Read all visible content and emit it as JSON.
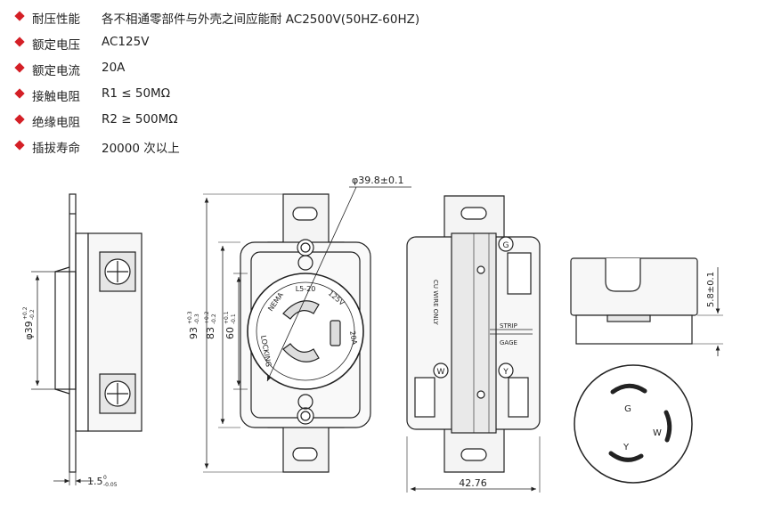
{
  "specs": [
    {
      "label": "耐压性能",
      "value": "各不相通零部件与外壳之间应能耐 AC2500V(50HZ-60HZ)"
    },
    {
      "label": "额定电压",
      "value": "AC125V"
    },
    {
      "label": "额定电流",
      "value": "20A"
    },
    {
      "label": "接触电阻",
      "value": "R1 ≤ 50MΩ"
    },
    {
      "label": "绝缘电阻",
      "value": "R2 ≥ 500MΩ"
    },
    {
      "label": "插拔寿命",
      "value": "20000 次以上"
    }
  ],
  "colors": {
    "bullet": "#d41f26",
    "line": "#222222"
  },
  "side_view": {
    "diameter_main": "φ39",
    "diameter_tol_top": "+0.2",
    "diameter_tol_bot": "-0.2",
    "thickness_main": "1.5",
    "thickness_tol_top": "0",
    "thickness_tol_bot": "-0.05"
  },
  "front_view": {
    "outer_height_main": "93",
    "outer_height_tol_top": "+0.3",
    "outer_height_tol_bot": "-0.3",
    "mid_height_main": "83",
    "mid_height_tol_top": "+0.2",
    "mid_height_tol_bot": "-0.2",
    "inner_height_main": "60",
    "inner_height_tol_top": "+0.1",
    "inner_height_tol_bot": "-0.1",
    "face_diameter": "φ39.8±0.1",
    "face_text": {
      "top": "L5-20",
      "left1": "NEMA",
      "left2": "LOCKING",
      "right1": "125V",
      "right2": "20A"
    }
  },
  "back_view": {
    "width": "42.76",
    "vertical_text": "CU WIRE ONLY",
    "strip": "STRIP",
    "gage": "GAGE",
    "g": "G",
    "w": "W",
    "y": "Y"
  },
  "top_view": {
    "height": "5.8±0.1"
  },
  "plug_face": {
    "g": "G",
    "w": "W",
    "y": "Y"
  }
}
